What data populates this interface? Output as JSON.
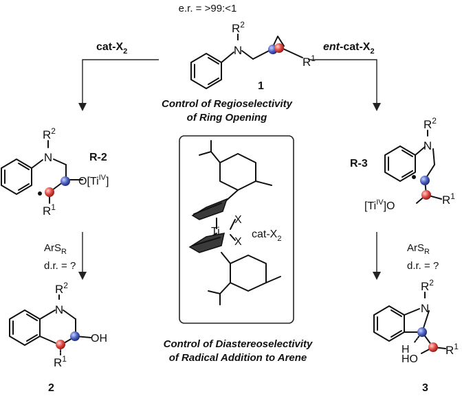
{
  "er_label": "e.r. = >99:<1",
  "cat_left_label": "cat-X",
  "cat_left_sub": "2",
  "cat_right_prefix": "ent",
  "cat_right_label": "-cat-X",
  "cat_right_sub": "2",
  "regio_line1": "Control of Regioselectivity",
  "regio_line2": "of Ring Opening",
  "diastereo_line1": "Control of Diastereoselectivity",
  "diastereo_line2": "of Radical Addition to Arene",
  "catalyst_label": "cat-X",
  "catalyst_label_sub": "2",
  "ti_label": "Ti",
  "x_label": "X",
  "intermediate_left": "R-2",
  "intermediate_right": "R-3",
  "compound_1": "1",
  "compound_2": "2",
  "compound_3": "3",
  "reagent_main": "ArS",
  "reagent_sub": "R",
  "dr_label": "d.r. = ?",
  "N_label": "N",
  "R_label": "R",
  "sup_1": "1",
  "sup_2": "2",
  "ti_left_pre": "O[Ti",
  "ti_sup": "IV",
  "ti_close": "]",
  "ti_right_open": "[Ti",
  "ti_right_post": "]O",
  "oh_label": "OH",
  "ho_label": "HO",
  "h_label": "H",
  "colors": {
    "blue_center": "#3b4fa8",
    "red_center": "#d1342f"
  }
}
